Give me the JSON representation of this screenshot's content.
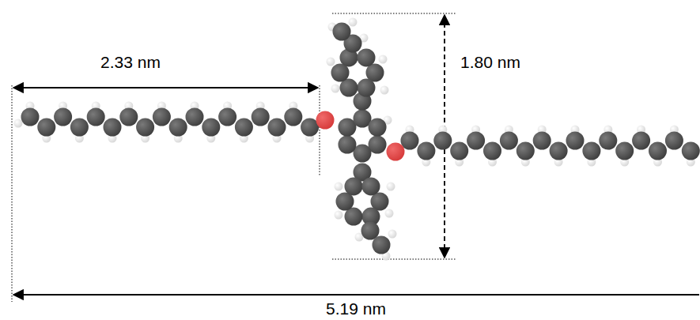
{
  "diagram": {
    "labels": [
      "2.33 nm",
      "1.80 nm",
      "5.19 nm"
    ]
  }
}
